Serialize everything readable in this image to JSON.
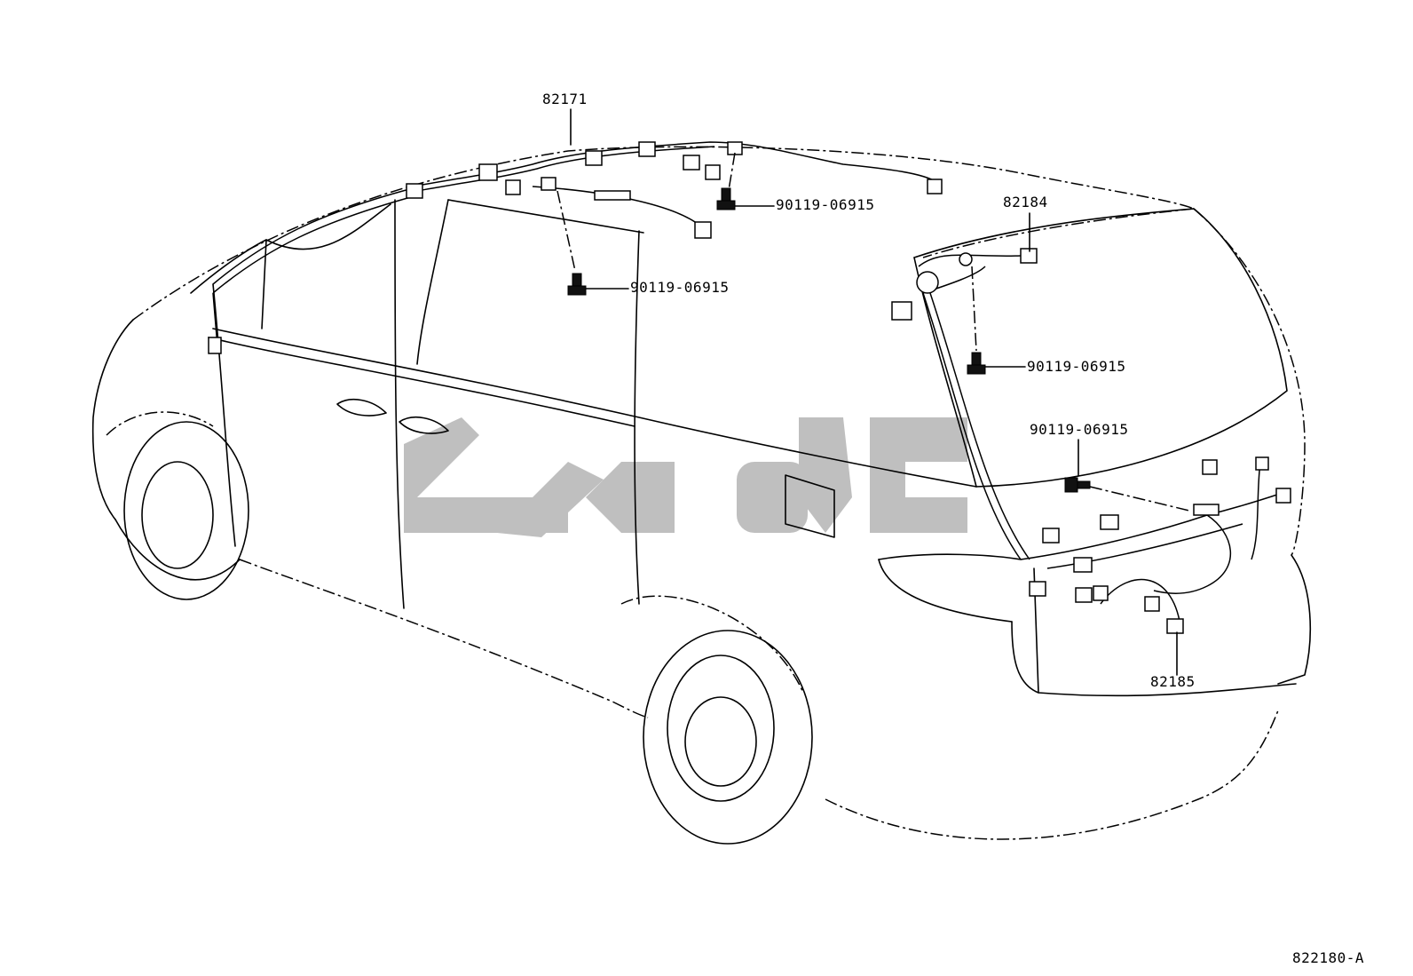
{
  "diagram": {
    "drawing_number": "822180-A",
    "watermark_text": "",
    "parts": [
      {
        "id": "harness_roof",
        "label": "82171"
      },
      {
        "id": "harness_back_door_upper",
        "label": "82184"
      },
      {
        "id": "harness_back_door_lower",
        "label": "82185"
      },
      {
        "id": "bolt_roof_front",
        "label": "90119-06915"
      },
      {
        "id": "bolt_roof_center",
        "label": "90119-06915"
      },
      {
        "id": "bolt_back_door_pillar",
        "label": "90119-06915"
      },
      {
        "id": "bolt_back_door_lower",
        "label": "90119-06915"
      }
    ]
  }
}
